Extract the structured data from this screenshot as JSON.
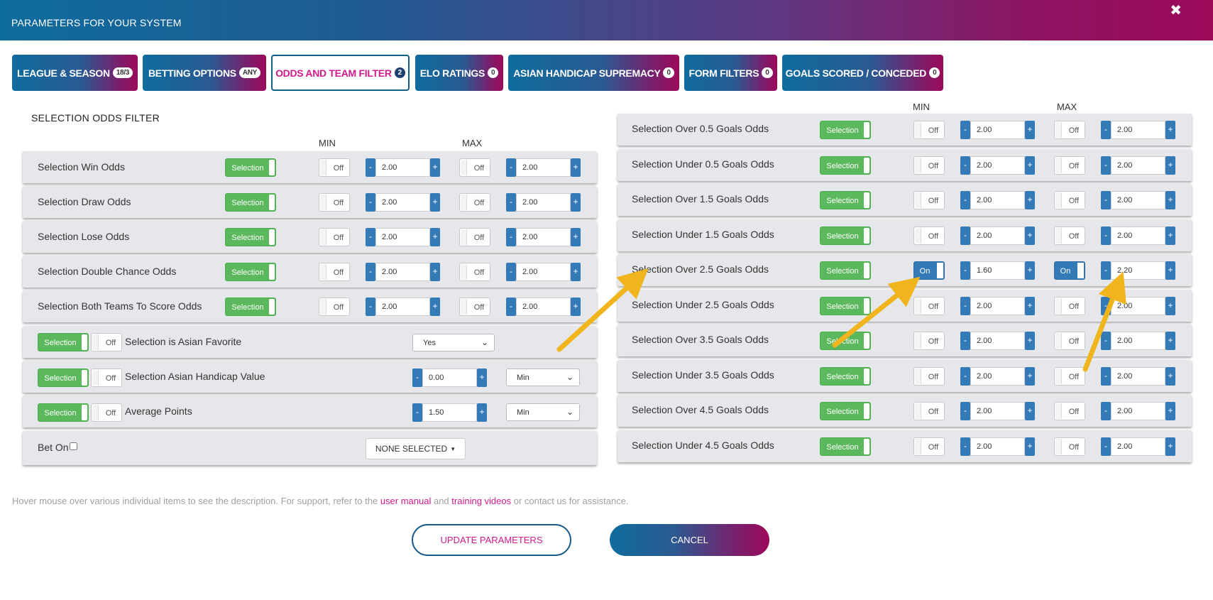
{
  "header": {
    "title": "PARAMETERS FOR YOUR SYSTEM",
    "close_glyph": "✖"
  },
  "tabs": [
    {
      "label": "LEAGUE & SEASON",
      "badge": "18/3"
    },
    {
      "label": "BETTING OPTIONS",
      "badge": "ANY"
    },
    {
      "label": "ODDS AND TEAM FILTER",
      "badge": "2",
      "active": true
    },
    {
      "label": "ELO RATINGS",
      "badge": "0"
    },
    {
      "label": "ASIAN HANDICAP SUPREMACY",
      "badge": "0"
    },
    {
      "label": "FORM FILTERS",
      "badge": "0"
    },
    {
      "label": "GOALS SCORED / CONCEDED",
      "badge": "0"
    }
  ],
  "left": {
    "title": "SELECTION ODDS FILTER",
    "min_label": "MIN",
    "max_label": "MAX",
    "odds_rows": [
      {
        "label": "Selection Win Odds",
        "sel": "Selection",
        "min_toggle": "Off",
        "min_value": "2.00",
        "max_toggle": "Off",
        "max_value": "2.00"
      },
      {
        "label": "Selection Draw Odds",
        "sel": "Selection",
        "min_toggle": "Off",
        "min_value": "2.00",
        "max_toggle": "Off",
        "max_value": "2.00"
      },
      {
        "label": "Selection Lose Odds",
        "sel": "Selection",
        "min_toggle": "Off",
        "min_value": "2.00",
        "max_toggle": "Off",
        "max_value": "2.00"
      },
      {
        "label": "Selection Double Chance Odds",
        "sel": "Selection",
        "min_toggle": "Off",
        "min_value": "2.00",
        "max_toggle": "Off",
        "max_value": "2.00"
      },
      {
        "label": "Selection Both Teams To Score Odds",
        "sel": "Selection",
        "min_toggle": "Off",
        "min_value": "2.00",
        "max_toggle": "Off",
        "max_value": "2.00"
      }
    ],
    "asian_favorite": {
      "sel": "Selection",
      "toggle": "Off",
      "label": "Selection is Asian Favorite",
      "select": "Yes"
    },
    "asian_value": {
      "sel": "Selection",
      "toggle": "Off",
      "label": "Selection Asian Handicap Value",
      "value": "0.00",
      "select": "Min"
    },
    "average_points": {
      "sel": "Selection",
      "toggle": "Off",
      "label": "Average Points",
      "value": "1.50",
      "select": "Min"
    },
    "bet_on": {
      "label": "Bet On",
      "dropdown": "NONE SELECTED"
    }
  },
  "right": {
    "min_label": "MIN",
    "max_label": "MAX",
    "rows": [
      {
        "label": "Selection Over 0.5 Goals Odds",
        "sel": "Selection",
        "min_toggle": "Off",
        "min_value": "2.00",
        "max_toggle": "Off",
        "max_value": "2.00"
      },
      {
        "label": "Selection Under 0.5 Goals Odds",
        "sel": "Selection",
        "min_toggle": "Off",
        "min_value": "2.00",
        "max_toggle": "Off",
        "max_value": "2.00"
      },
      {
        "label": "Selection Over 1.5 Goals Odds",
        "sel": "Selection",
        "min_toggle": "Off",
        "min_value": "2.00",
        "max_toggle": "Off",
        "max_value": "2.00"
      },
      {
        "label": "Selection Under 1.5 Goals Odds",
        "sel": "Selection",
        "min_toggle": "Off",
        "min_value": "2.00",
        "max_toggle": "Off",
        "max_value": "2.00"
      },
      {
        "label": "Selection Over 2.5 Goals Odds",
        "sel": "Selection",
        "min_toggle": "On",
        "min_value": "1.60",
        "max_toggle": "On",
        "max_value": "2.20"
      },
      {
        "label": "Selection Under 2.5 Goals Odds",
        "sel": "Selection",
        "min_toggle": "Off",
        "min_value": "2.00",
        "max_toggle": "Off",
        "max_value": "2.00"
      },
      {
        "label": "Selection Over 3.5 Goals Odds",
        "sel": "Selection",
        "min_toggle": "Off",
        "min_value": "2.00",
        "max_toggle": "Off",
        "max_value": "2.00"
      },
      {
        "label": "Selection Under 3.5 Goals Odds",
        "sel": "Selection",
        "min_toggle": "Off",
        "min_value": "2.00",
        "max_toggle": "Off",
        "max_value": "2.00"
      },
      {
        "label": "Selection Over 4.5 Goals Odds",
        "sel": "Selection",
        "min_toggle": "Off",
        "min_value": "2.00",
        "max_toggle": "Off",
        "max_value": "2.00"
      },
      {
        "label": "Selection Under 4.5 Goals Odds",
        "sel": "Selection",
        "min_toggle": "Off",
        "min_value": "2.00",
        "max_toggle": "Off",
        "max_value": "2.00"
      }
    ]
  },
  "stepper": {
    "minus": "-",
    "plus": "+"
  },
  "footer": {
    "note_pre": "Hover mouse over various individual items to see the description. For support, refer to the ",
    "link_manual": "user manual",
    "note_and": " and ",
    "link_videos": "training videos",
    "note_post": " or contact us for assistance."
  },
  "buttons": {
    "update": "UPDATE PARAMETERS",
    "cancel": "CANCEL"
  },
  "colors": {
    "accent_pink": "#d11a8d",
    "selection_green": "#5cb85c",
    "stepper_blue": "#337ab7",
    "arrow": "#f0b41d"
  }
}
